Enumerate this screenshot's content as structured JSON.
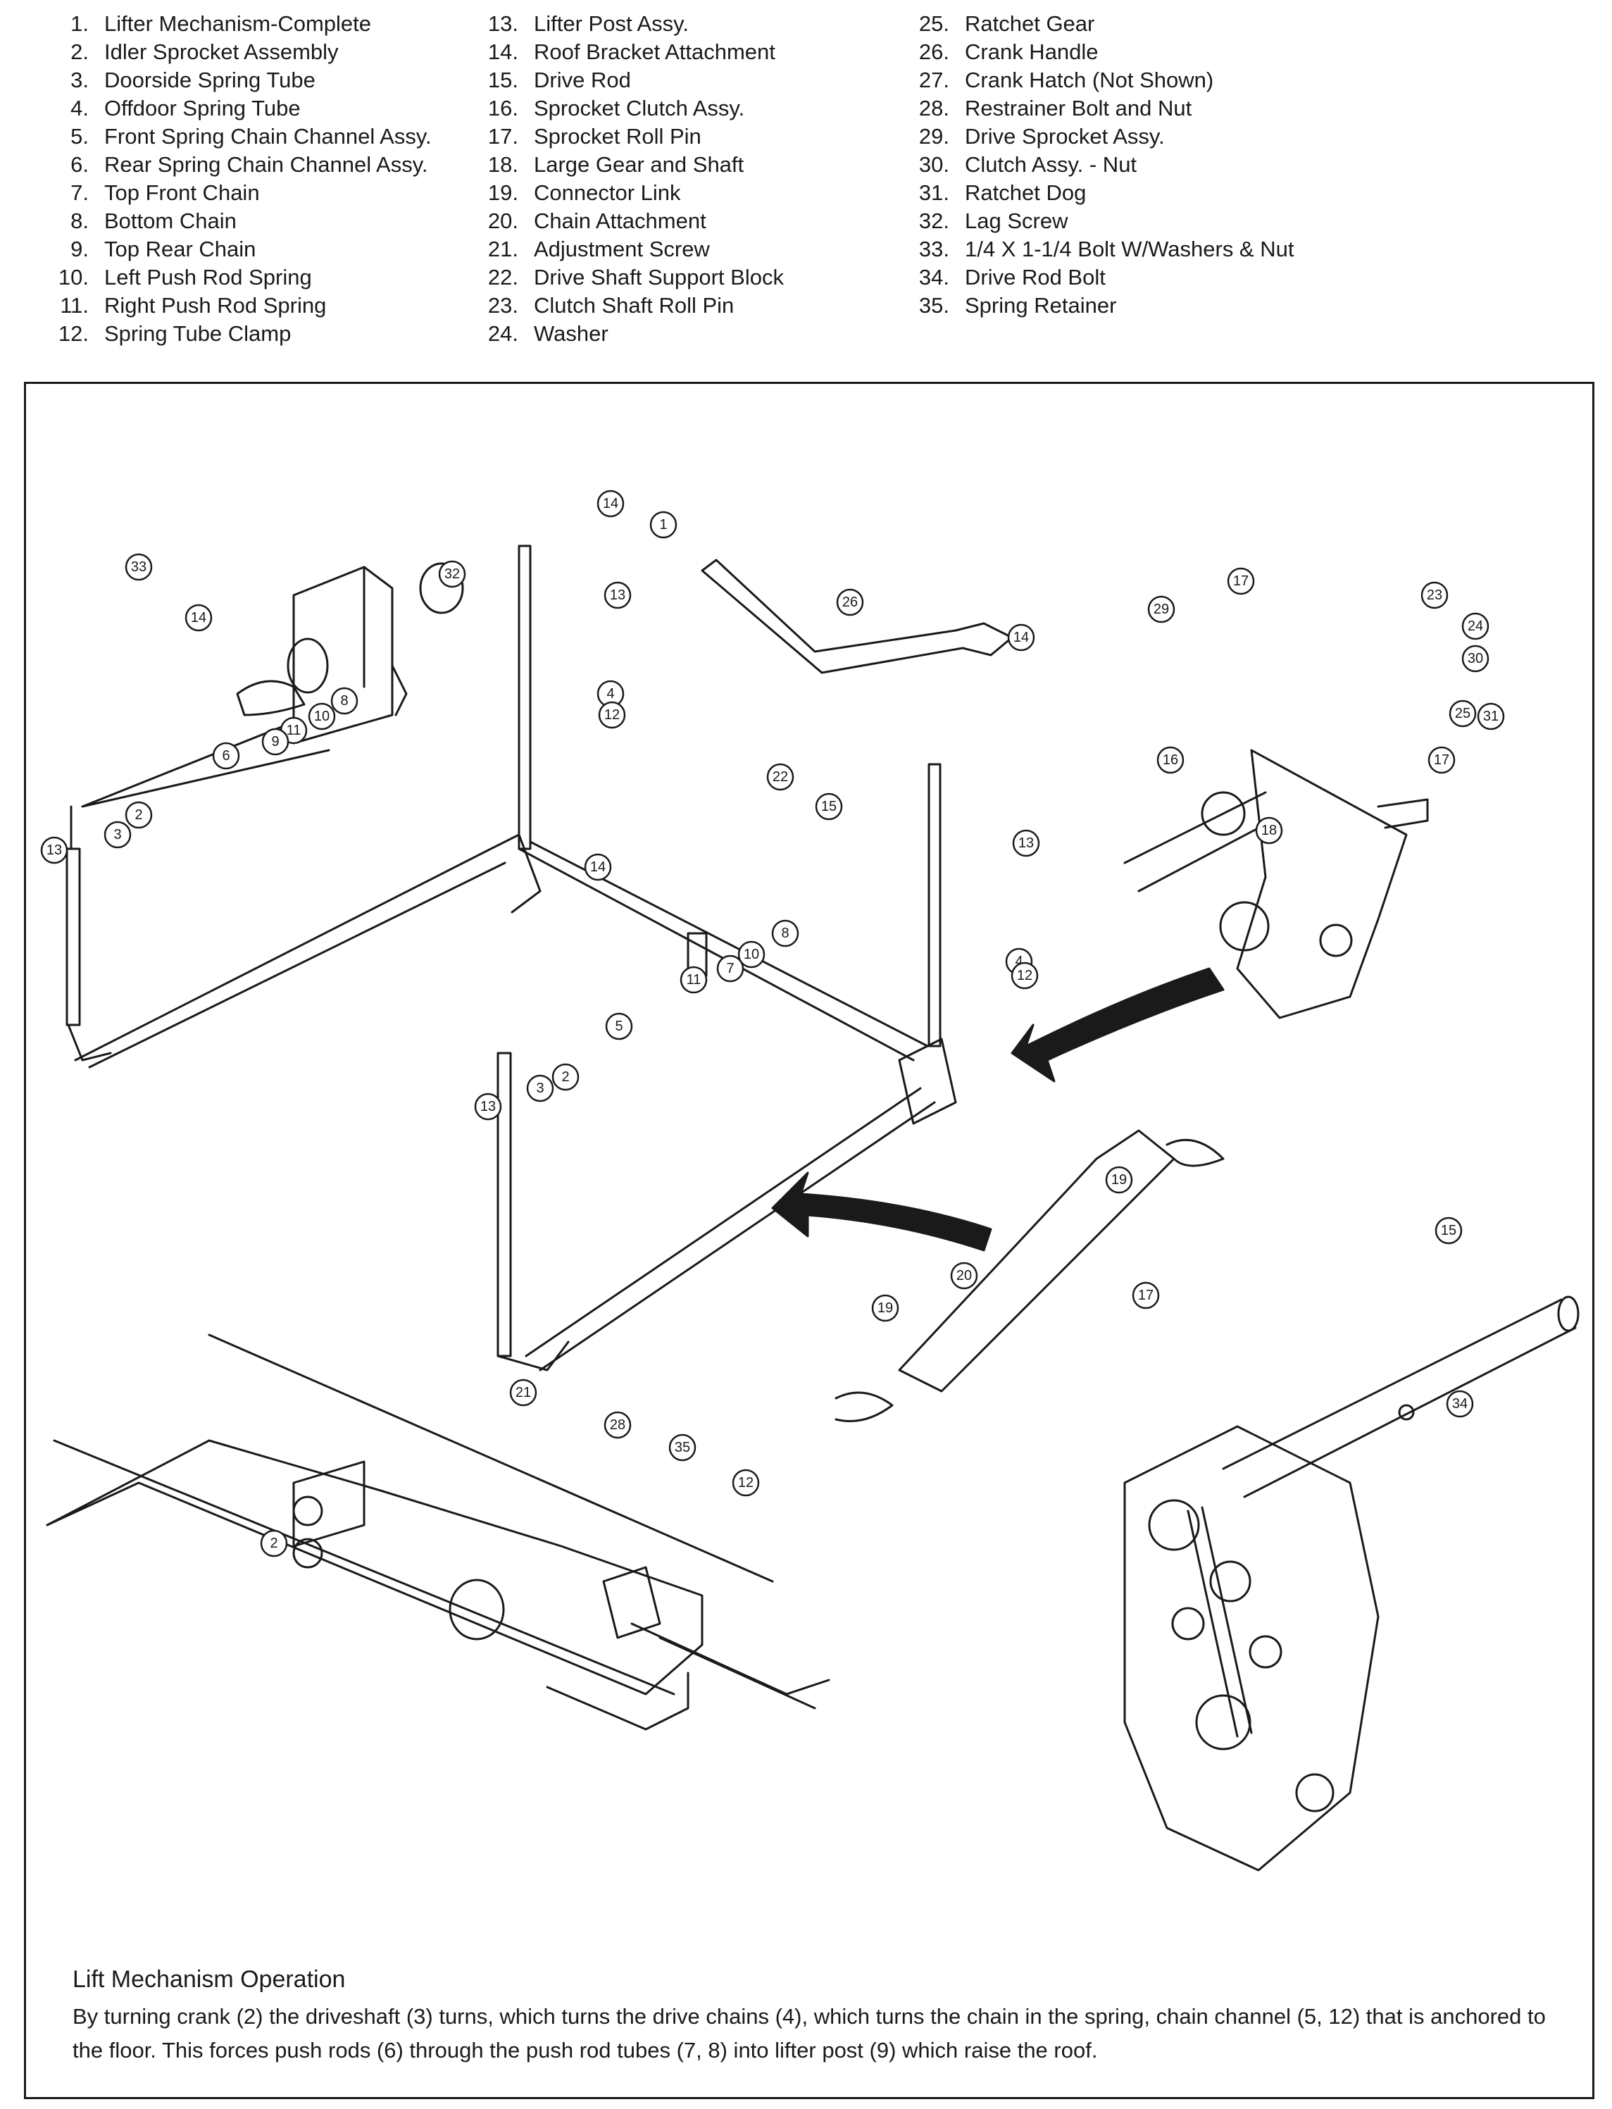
{
  "parts": [
    {
      "num": "1.",
      "label": "Lifter Mechanism-Complete"
    },
    {
      "num": "2.",
      "label": "Idler Sprocket Assembly"
    },
    {
      "num": "3.",
      "label": "Doorside Spring Tube"
    },
    {
      "num": "4.",
      "label": "Offdoor Spring Tube"
    },
    {
      "num": "5.",
      "label": "Front Spring Chain Channel Assy."
    },
    {
      "num": "6.",
      "label": "Rear Spring Chain Channel Assy."
    },
    {
      "num": "7.",
      "label": "Top Front Chain"
    },
    {
      "num": "8.",
      "label": "Bottom Chain"
    },
    {
      "num": "9.",
      "label": "Top Rear Chain"
    },
    {
      "num": "10.",
      "label": "Left Push Rod Spring"
    },
    {
      "num": "11.",
      "label": "Right Push Rod Spring"
    },
    {
      "num": "12.",
      "label": "Spring Tube Clamp"
    },
    {
      "num": "13.",
      "label": "Lifter Post Assy."
    },
    {
      "num": "14.",
      "label": "Roof Bracket Attachment"
    },
    {
      "num": "15.",
      "label": "Drive Rod"
    },
    {
      "num": "16.",
      "label": "Sprocket Clutch Assy."
    },
    {
      "num": "17.",
      "label": "Sprocket Roll Pin"
    },
    {
      "num": "18.",
      "label": "Large Gear and Shaft"
    },
    {
      "num": "19.",
      "label": "Connector Link"
    },
    {
      "num": "20.",
      "label": "Chain Attachment"
    },
    {
      "num": "21.",
      "label": "Adjustment Screw"
    },
    {
      "num": "22.",
      "label": "Drive Shaft Support Block"
    },
    {
      "num": "23.",
      "label": "Clutch Shaft Roll Pin"
    },
    {
      "num": "24.",
      "label": "Washer"
    },
    {
      "num": "25.",
      "label": "Ratchet Gear"
    },
    {
      "num": "26.",
      "label": "Crank Handle"
    },
    {
      "num": "27.",
      "label": "Crank Hatch (Not Shown)"
    },
    {
      "num": "28.",
      "label": "Restrainer Bolt and Nut"
    },
    {
      "num": "29.",
      "label": "Drive Sprocket Assy."
    },
    {
      "num": "30.",
      "label": "Clutch Assy. - Nut"
    },
    {
      "num": "31.",
      "label": "Ratchet Dog"
    },
    {
      "num": "32.",
      "label": "Lag Screw"
    },
    {
      "num": "33.",
      "label": "1/4 X 1-1/4 Bolt W/Washers & Nut"
    },
    {
      "num": "34.",
      "label": "Drive Rod Bolt"
    },
    {
      "num": "35.",
      "label": "Spring Retainer"
    }
  ],
  "callouts": [
    "14",
    "1",
    "32",
    "33",
    "14",
    "13",
    "26",
    "17",
    "23",
    "29",
    "24",
    "30",
    "25",
    "31",
    "17",
    "16",
    "18",
    "14",
    "4",
    "12",
    "8",
    "10",
    "11",
    "9",
    "6",
    "2",
    "3",
    "13",
    "22",
    "15",
    "14",
    "13",
    "8",
    "10",
    "7",
    "11",
    "4",
    "12",
    "5",
    "2",
    "3",
    "13",
    "19",
    "20",
    "19",
    "15",
    "17",
    "34",
    "21",
    "28",
    "35",
    "12",
    "2"
  ],
  "operation": {
    "title": "Lift Mechanism Operation",
    "text": "By turning crank (2) the driveshaft (3) turns, which turns the drive chains (4), which turns the chain in the spring, chain channel (5, 12) that is anchored to the floor.  This forces push rods (6) through the push rod tubes (7, 8) into lifter post (9) which raise the roof."
  }
}
